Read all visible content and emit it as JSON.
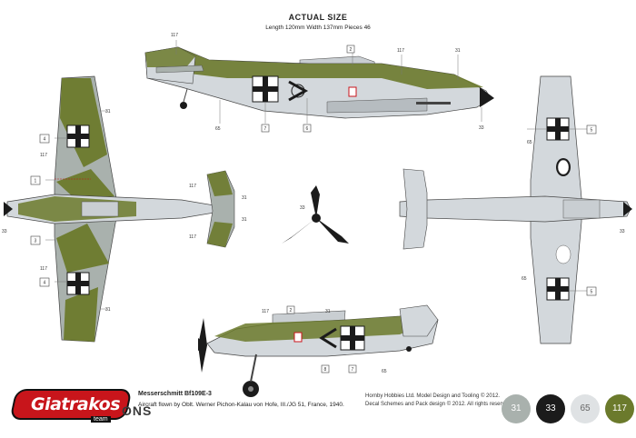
{
  "header": {
    "title": "ACTUAL SIZE",
    "subtitle": "Length 120mm   Width 137mm   Pieces 46"
  },
  "caption": {
    "aircraft": "Messerschmitt Bf109E-3",
    "description": "Aircraft flown by Oblt. Werner Pichon-Kalau von Hofe, III./JG 51, France, 1940."
  },
  "credits": {
    "line1": "Hornby Hobbies Ltd. Model Design and Tooling © 2012.",
    "line2": "Decal Schemes and Pack design © 2012. All rights reserved."
  },
  "logo": {
    "brand": "Giatrakos",
    "tag": "team",
    "trailing_text": "ONS"
  },
  "colour_swatches": [
    {
      "number": "31",
      "color": "#a9b1ad",
      "text_color": "#ffffff"
    },
    {
      "number": "33",
      "color": "#1b1b1b",
      "text_color": "#ffffff"
    },
    {
      "number": "65",
      "color": "#dfe2e4",
      "text_color": "#666666"
    },
    {
      "number": "117",
      "color": "#6b7a2c",
      "text_color": "#ffffff"
    }
  ],
  "paint_callouts": {
    "c117": "117",
    "c31": "31",
    "c65": "65",
    "c33": "33"
  },
  "decal_markers": {
    "d1": "1",
    "d2": "2",
    "d3": "3",
    "d4": "4",
    "d5": "5",
    "d6": "6",
    "d7": "7",
    "d8": "8"
  },
  "colors": {
    "rlm65_light_blue": "#d3d8dc",
    "rlm71_green": "#6b7a2c",
    "rlm02_grey": "#a9b1ad",
    "black": "#1b1b1b",
    "white": "#ffffff"
  }
}
